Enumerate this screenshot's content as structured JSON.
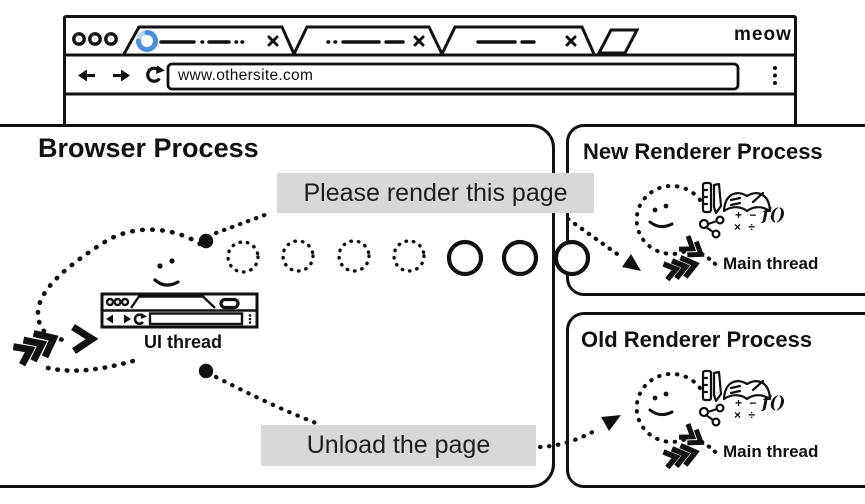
{
  "browser_window": {
    "brand_text": "meow",
    "address_url": "www.othersite.com",
    "tab_count": 3,
    "loading_tab_index": 1
  },
  "messages": {
    "please_render": "Please render this page",
    "unload": "Unload the page"
  },
  "processes": {
    "browser": {
      "title": "Browser Process",
      "thread_label": "UI thread"
    },
    "new_renderer": {
      "title": "New Renderer Process",
      "thread_label": "Main thread"
    },
    "old_renderer": {
      "title": "Old Renderer Process",
      "thread_label": "Main thread"
    }
  },
  "renderer_glyphs": {
    "math_row1": "+ −",
    "math_row2": "× ÷",
    "function_label": "f()"
  },
  "colors": {
    "ink": "#111111",
    "label_background": "#d8d8d8",
    "spinner_blue": "#4a8ede",
    "spinner_blue_light": "#b9d4f2"
  }
}
